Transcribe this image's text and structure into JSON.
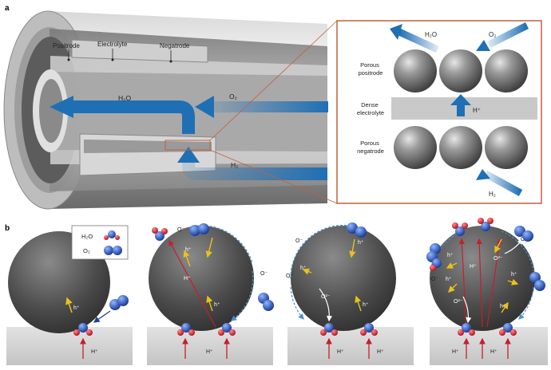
{
  "panel_a": {
    "letter": "a",
    "tube_labels": {
      "positrode": "Positrode",
      "electrolyte": "Electrolyte",
      "negatrode": "Negatrode"
    },
    "flows": {
      "h2o": "H₂O",
      "o2": "O₂",
      "h2": "H₂"
    },
    "inset": {
      "h2o": "H₂O",
      "o2": "O₂",
      "h_plus": "H⁺",
      "h2": "H₂",
      "layer_porous_positrode": [
        "Porous",
        "positrode"
      ],
      "layer_dense_electrolyte": [
        "Dense",
        "electrolyte"
      ],
      "layer_porous_negatrode": [
        "Porous",
        "negatrode"
      ]
    }
  },
  "panel_b": {
    "letter": "b",
    "legend": {
      "h2o": "H₂O",
      "o2": "O₂"
    },
    "species": {
      "h_plus": "H⁺",
      "hole": "h⁺",
      "o_minus": "O⁻",
      "o_2minus": "O²⁻"
    }
  },
  "colors": {
    "flow_blue": "#1f6fb5",
    "inset_border": "#c0603f",
    "proton_red": "#c41f2c",
    "hole_yellow": "#e8c21a",
    "oxygen_ion_blue": "#4a8fd1",
    "sphere_gray": "#5d5d5d",
    "substrate_gray": "#d4d4d4"
  }
}
